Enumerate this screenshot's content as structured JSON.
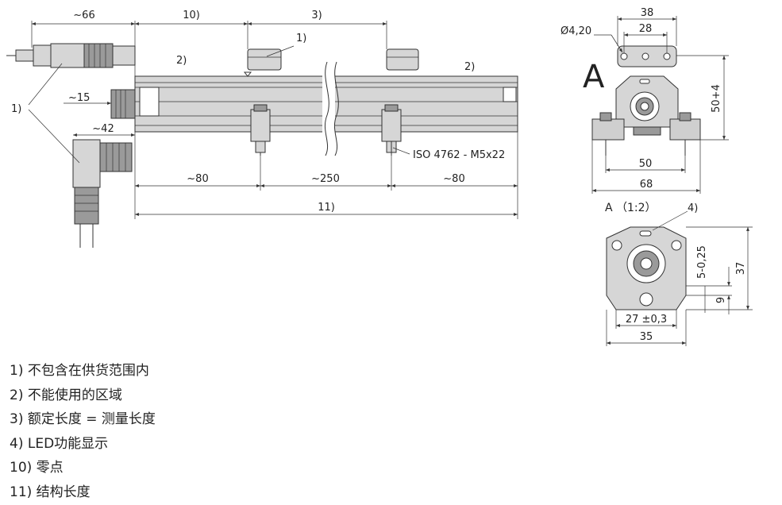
{
  "side_view": {
    "dim_connector": "~66",
    "dim_zero_point": "10)",
    "dim_measuring": "3)",
    "label_not_included_top": "1)",
    "label_unusable_left": "2)",
    "label_unusable_right": "2)",
    "dim_connector_straight": "~15",
    "dim_connector_angled": "~42",
    "label_not_included_left": "1)",
    "screw_note": "ISO 4762 - M5x22",
    "dim_left_mount": "~80",
    "dim_mount_spacing": "~250",
    "dim_right_mount": "~80",
    "dim_total_length": "11)"
  },
  "end_view": {
    "dim_top_width": "38",
    "dim_hole_spacing": "28",
    "dim_hole_diameter": "Ø4,20",
    "view_marker": "A",
    "dim_height": "50+4",
    "dim_bracket_holes": "50",
    "dim_bracket_width": "68"
  },
  "detail_view": {
    "title": "A （1:2）",
    "label_led": "4)",
    "dim_slot": "5-0,25",
    "dim_height": "37",
    "dim_offset": "9",
    "dim_inner_width": "27 ±0,3",
    "dim_width": "35"
  },
  "legend": [
    "1) 不包含在供货范围内",
    "2) 不能使用的区域",
    "3) 额定长度 = 测量长度",
    "4) LED功能显示",
    "10) 零点",
    "11) 结构长度"
  ]
}
